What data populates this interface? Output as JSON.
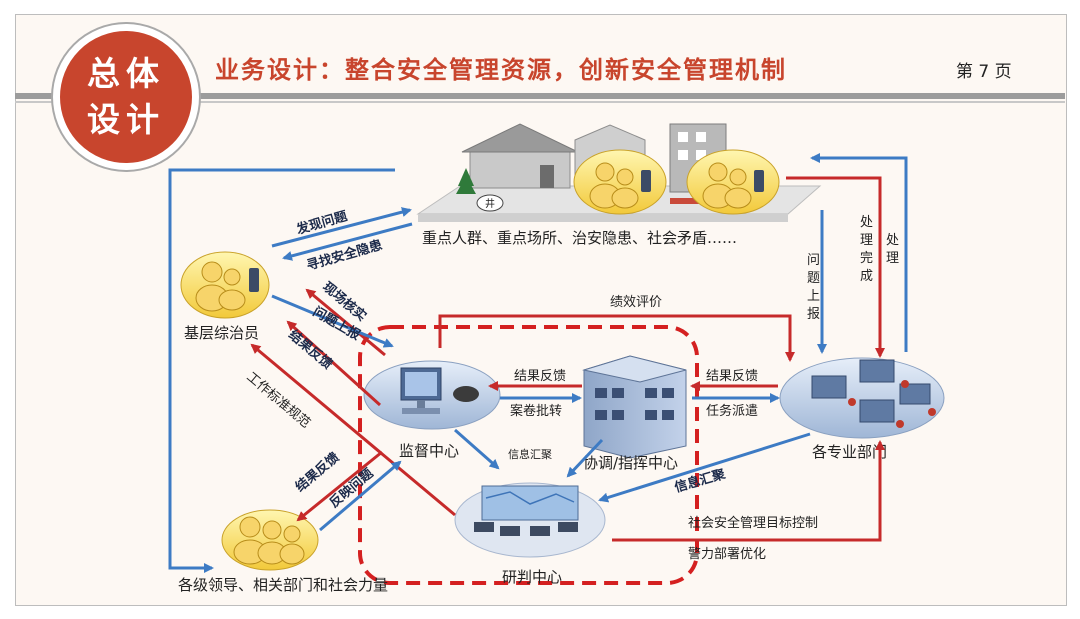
{
  "header": {
    "badge_line1": "总体",
    "badge_line2": "设计",
    "title": "业务设计：整合安全管理资源，创新安全管理机制",
    "page": "第 7 页"
  },
  "nodes": {
    "key_targets": "重点人群、重点场所、治安隐患、社会矛盾……",
    "grassroots": "基层综治员",
    "supervision": "监督中心",
    "coordination": "协调/指挥中心",
    "departments": "各专业部门",
    "analysis": "研判中心",
    "leaders": "各级领导、相关部门和社会力量",
    "well_sign": "井"
  },
  "arrows": {
    "find_problems": "发现问题",
    "seek_hazards": "寻找安全隐患",
    "onsite_check": "现场核实",
    "report_problem": "问题上报",
    "feedback_result_1": "结果反馈",
    "work_standard": "工作标准规范",
    "feedback_result_2": "结果反馈",
    "reflect_problem": "反映问题",
    "performance_eval": "绩效评价",
    "feedback_result_3": "结果反馈",
    "case_approval": "案卷批转",
    "feedback_result_4": "结果反馈",
    "task_dispatch": "任务派遣",
    "info_gather_1": "信息汇聚",
    "info_gather_2": "信息汇聚",
    "mgmt_target": "社会安全管理目标控制",
    "police_opt": "警力部署优化",
    "report_up": [
      "问",
      "题",
      "上",
      "报"
    ],
    "handle_done": [
      "处",
      "理",
      "完",
      "成"
    ],
    "handle": [
      "处",
      "理"
    ]
  },
  "colors": {
    "accent_red": "#c8452d",
    "arrow_blue": "#3d7bc4",
    "arrow_red": "#c62a2a",
    "dashed_box": "#d42020"
  }
}
